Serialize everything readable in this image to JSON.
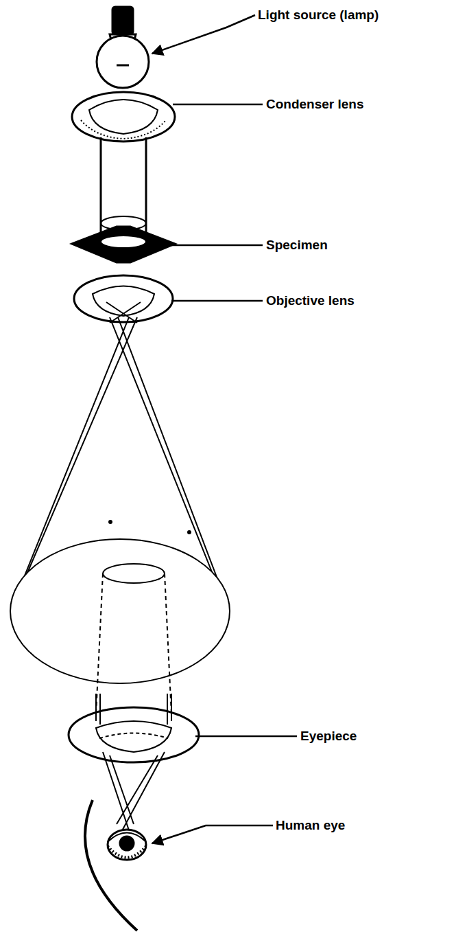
{
  "diagram": {
    "labels": [
      "Light source (lamp)",
      "Condenser lens",
      "Specimen",
      "Objective lens",
      "Eyepiece",
      "Human eye"
    ]
  }
}
